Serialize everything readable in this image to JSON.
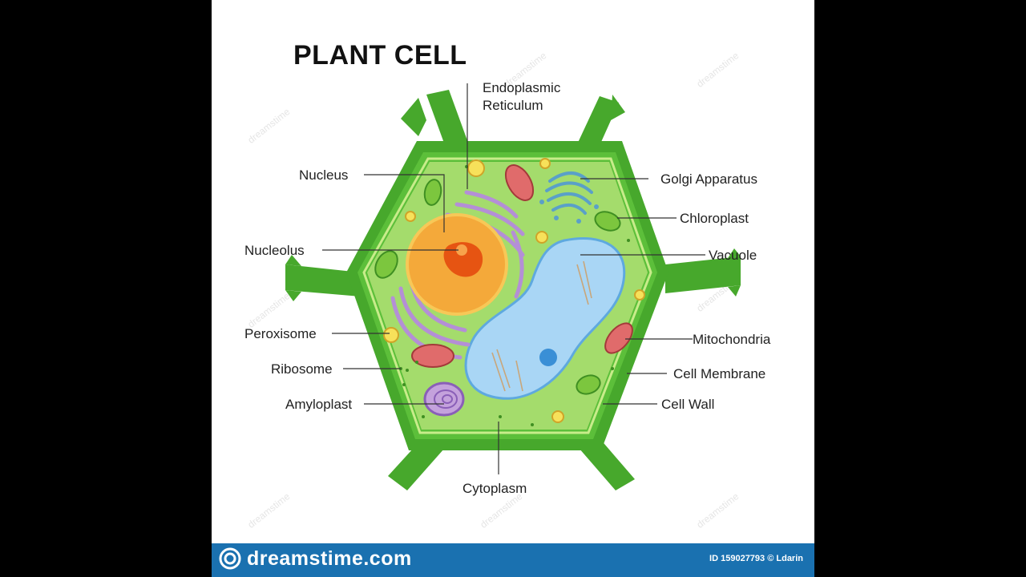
{
  "title": "PLANT CELL",
  "labels": {
    "endoplasmic_reticulum_1": "Endoplasmic",
    "endoplasmic_reticulum_2": "Reticulum",
    "nucleus": "Nucleus",
    "nucleolus": "Nucleolus",
    "peroxisome": "Peroxisome",
    "ribosome": "Ribosome",
    "amyloplast": "Amyloplast",
    "golgi_apparatus": "Golgi Apparatus",
    "chloroplast": "Chloroplast",
    "vacuole": "Vacuole",
    "mitochondria": "Mitochondria",
    "cell_membrane": "Cell Membrane",
    "cell_wall": "Cell Wall",
    "cytoplasm": "Cytoplasm"
  },
  "footer": {
    "brand": "dreamstime.com",
    "credit": "ID 159027793 © Ldarin"
  },
  "watermark": "dreamstime",
  "colors": {
    "cell_wall_outer": "#47a82c",
    "cell_wall_inner": "#5cbf3a",
    "cytoplasm": "#a4dc6c",
    "nucleus": "#f4a93a",
    "nucleolus": "#e65412",
    "vacuole": "#a9d6f5",
    "footer": "#1a71b0"
  }
}
